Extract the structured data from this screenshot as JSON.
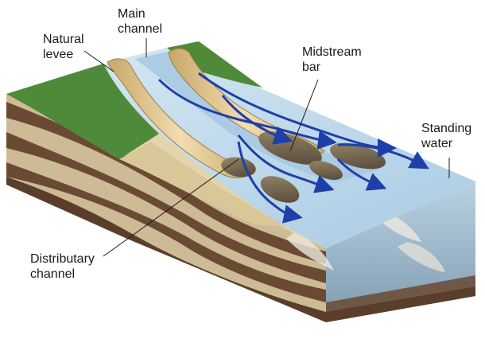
{
  "diagram": {
    "labels": {
      "main_channel": [
        "Main",
        "channel"
      ],
      "natural_levee": [
        "Natural",
        "levee"
      ],
      "midstream_bar": [
        "Midstream",
        "bar"
      ],
      "standing_water": [
        "Standing",
        "water"
      ],
      "distributary_channel": [
        "Distributary",
        "channel"
      ]
    },
    "colors": {
      "grass": "#4f8a3a",
      "levee": "#e6cf9a",
      "sand": "#e3d4ab",
      "water": "#bcd8ec",
      "mud_bar": "#7a6a4e",
      "flow_arrow": "#1f3fa8",
      "strata_dark": "#6b4a34",
      "strata_light": "#d8c7a5"
    }
  }
}
